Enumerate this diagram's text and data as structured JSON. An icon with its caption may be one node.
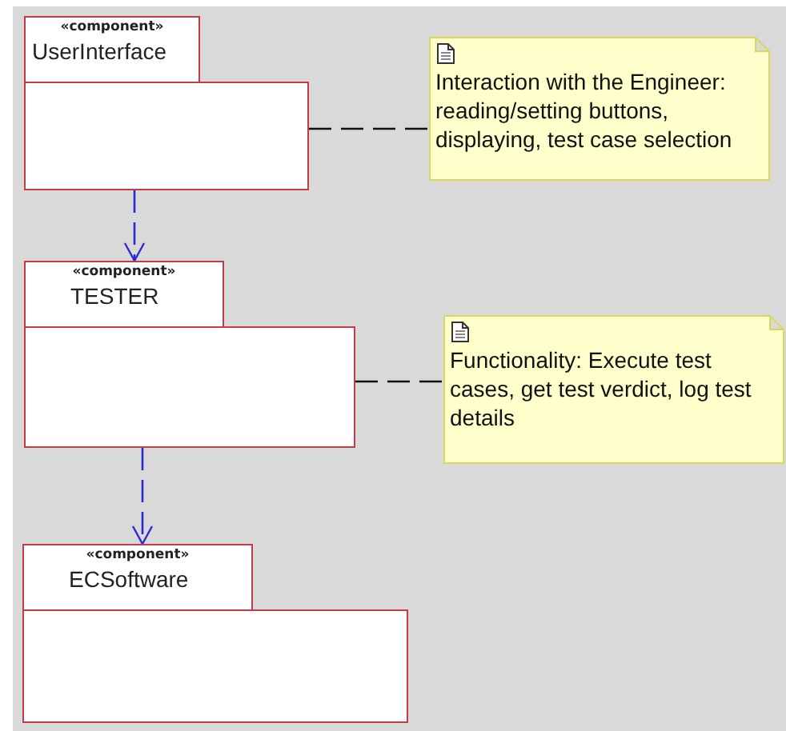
{
  "diagram": {
    "nodes": [
      {
        "text": [
          "«component»",
          "UserInterface"
        ]
      },
      {
        "text": [
          "«component»",
          "TESTER"
        ]
      },
      {
        "text": [
          "«component»",
          "ECSoftware"
        ]
      },
      {
        "text": [
          "Interaction with the Engineer: reading/setting buttons, displaying, test case selection"
        ]
      },
      {
        "text": [
          "Functionality: Execute test cases, get test verdict, log test details"
        ]
      }
    ],
    "edges": [
      {
        "from": 0,
        "to": 1,
        "arrow": "to",
        "style": "dashed",
        "color": "#2b2bd0"
      },
      {
        "from": 1,
        "to": 2,
        "arrow": "to",
        "style": "dashed",
        "color": "#2b2bd0"
      },
      {
        "from": 0,
        "to": 3,
        "arrow": "none",
        "style": "dashed",
        "color": "#111111"
      },
      {
        "from": 1,
        "to": 4,
        "arrow": "none",
        "style": "dashed",
        "color": "#111111"
      }
    ]
  }
}
